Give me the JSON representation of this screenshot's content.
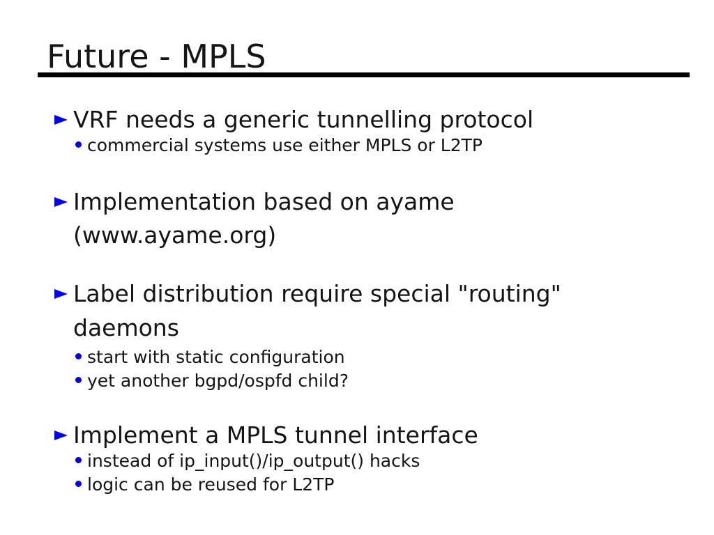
{
  "slide": {
    "title": "Future - MPLS",
    "bullets": [
      {
        "lines": [
          "VRF needs a generic tunnelling protocol"
        ],
        "subs": [
          "commercial systems use either MPLS or L2TP"
        ]
      },
      {
        "lines": [
          "Implementation based on ayame",
          "(www.ayame.org)"
        ],
        "subs": []
      },
      {
        "lines": [
          "Label distribution require special \"routing\"",
          "daemons"
        ],
        "subs": [
          "start with static configuration",
          "yet another bgpd/ospfd child?"
        ]
      },
      {
        "lines": [
          "Implement a MPLS tunnel interface"
        ],
        "subs": [
          "instead of ip_input()/ip_output() hacks",
          "logic can be reused for L2TP"
        ]
      }
    ],
    "colors": {
      "background": "#ffffff",
      "text": "#141414",
      "underline": "#000000",
      "bullet_triangle": "#0000ee",
      "bullet_dot": "#0000dd"
    }
  }
}
